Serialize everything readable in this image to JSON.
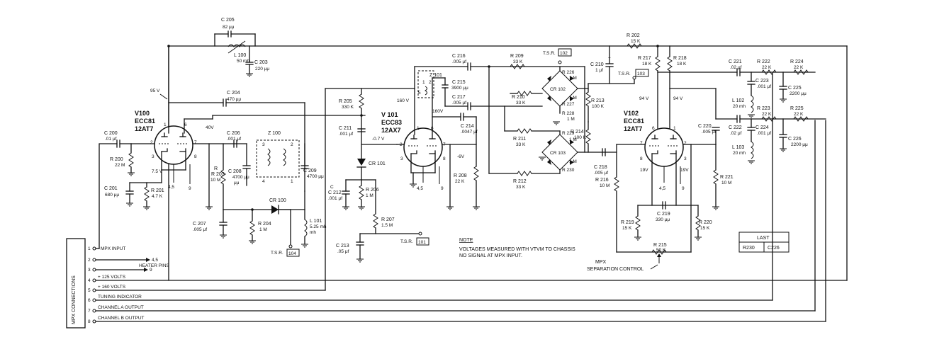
{
  "tubes": [
    {
      "ref": "V100",
      "type1": "ECC81",
      "type2": "12AT7"
    },
    {
      "ref": "V 101",
      "type1": "ECC83",
      "type2": "12AX7"
    },
    {
      "ref": "V102",
      "type1": "ECC81",
      "type2": "12AT7"
    }
  ],
  "components": {
    "c205": {
      "ref": "C 205",
      "val": "82 μμ"
    },
    "l100": {
      "ref": "L 100",
      "val": "50 mh"
    },
    "c203": {
      "ref": "C 203",
      "val": "220 μμ"
    },
    "c204": {
      "ref": "C 204",
      "val": "470 μμ"
    },
    "c200": {
      "ref": "C 200",
      "val": ".01 μf"
    },
    "r200": {
      "ref": "R 200",
      "val": "22 M"
    },
    "c201": {
      "ref": "C 201",
      "val": "680 μμ"
    },
    "r201": {
      "ref": "R 201",
      "val": "4.7 K"
    },
    "c206": {
      "ref": "C 206",
      "val": ".001 μf"
    },
    "z100": {
      "ref": "Z 100"
    },
    "r203": {
      "ref": "R 203",
      "val": "10 M"
    },
    "c208": {
      "ref": "C 208",
      "val": "4700 μμ"
    },
    "c209": {
      "ref": "C 209",
      "val": "4700 μμ"
    },
    "cr100": {
      "ref": "CR 100"
    },
    "c207": {
      "ref": "C 207",
      "val": ".005 μf"
    },
    "r204": {
      "ref": "R 204",
      "val": "1 M"
    },
    "l101": {
      "ref": "L 101",
      "val": "5.25 mh"
    },
    "r205": {
      "ref": "R 205",
      "val": "330 K"
    },
    "c211": {
      "ref": "C 211",
      "val": ".001 μf"
    },
    "cr101": {
      "ref": "CR 101"
    },
    "c212": {
      "ref": "C 212",
      "val": ".001 μf"
    },
    "r206": {
      "ref": "R 206",
      "val": "1 M"
    },
    "r207": {
      "ref": "R 207",
      "val": "1.5 M"
    },
    "c213": {
      "ref": "C 213",
      "val": ".05 μf"
    },
    "c216": {
      "ref": "C 216",
      "val": ".005 μf"
    },
    "z101": {
      "ref": "Z 101"
    },
    "c215": {
      "ref": "C 215",
      "val": "3900 μμ"
    },
    "c217": {
      "ref": "C 217",
      "val": ".005 μf"
    },
    "c214": {
      "ref": "C 214",
      "val": ".0047 μf"
    },
    "r208": {
      "ref": "R 208",
      "val": "22 K"
    },
    "r209": {
      "ref": "R 209",
      "val": "33 K"
    },
    "r210": {
      "ref": "R 210",
      "val": "33 K"
    },
    "r211": {
      "ref": "R 211",
      "val": "33 K"
    },
    "r212": {
      "ref": "R 212",
      "val": "33 K"
    },
    "r226": {
      "ref": "R 226",
      "val": "1 M"
    },
    "r227": {
      "ref": "R 227",
      "val": "1 M"
    },
    "cr102": {
      "ref": "CR 102"
    },
    "r228": {
      "ref": "R 228",
      "val": "1 M"
    },
    "r229": {
      "ref": "R 229",
      "val": "1 M"
    },
    "r230": {
      "ref": "R 230",
      "val": "1 M"
    },
    "cr103": {
      "ref": "CR 103"
    },
    "r213": {
      "ref": "R 213",
      "val": "100 K"
    },
    "r214": {
      "ref": "R 214",
      "val": "100 K"
    },
    "c210": {
      "ref": "C 210",
      "val": "1 μf"
    },
    "r202": {
      "ref": "R 202",
      "val": "15 K"
    },
    "r217": {
      "ref": "R 217",
      "val": "18 K"
    },
    "r218": {
      "ref": "R 218",
      "val": "18 K"
    },
    "c218": {
      "ref": "C 218",
      "val": ".005 μf"
    },
    "r216": {
      "ref": "R 216",
      "val": "10 M"
    },
    "r219": {
      "ref": "R 219",
      "val": "15 K"
    },
    "c219": {
      "ref": "C 219",
      "val": "330 μμ"
    },
    "r220": {
      "ref": "R 220",
      "val": "15 K"
    },
    "r215": {
      "ref": "R 215",
      "val": "50 K"
    },
    "c220": {
      "ref": "C 220",
      "val": ".005 μf"
    },
    "r221": {
      "ref": "R 221",
      "val": "10 M"
    },
    "c221": {
      "ref": "C 221",
      "val": ".02 μf"
    },
    "r222": {
      "ref": "R 222",
      "val": "22 K"
    },
    "r224": {
      "ref": "R 224",
      "val": "22 K"
    },
    "c223": {
      "ref": "C 223",
      "val": ".001 μf"
    },
    "c225": {
      "ref": "C 225",
      "val": "2200 μμ"
    },
    "l102": {
      "ref": "L 102",
      "val": "20 mh"
    },
    "r223": {
      "ref": "R 223",
      "val": "22 K"
    },
    "r225": {
      "ref": "R 225",
      "val": "22 K"
    },
    "c222": {
      "ref": "C 222",
      "val": ".02 μf"
    },
    "c224": {
      "ref": "C 224",
      "val": ".001 μf"
    },
    "c226": {
      "ref": "C 226",
      "val": "2200 μμ"
    },
    "l103": {
      "ref": "L 103",
      "val": "20 mh"
    }
  },
  "voltages": {
    "v95": "95 V",
    "v40": "40V",
    "v75": "7.5 V",
    "v160a": "160 V",
    "v160b": "160V",
    "vm07": "-0.7 V",
    "vm6": "-6V",
    "v94a": "94 V",
    "v94b": "94 V",
    "v19a": "19V",
    "v19b": "19V"
  },
  "test_points": {
    "tsr104": {
      "label": "T.S.R.",
      "num": "104"
    },
    "tsr101": {
      "label": "T.S.R.",
      "num": "101"
    },
    "tsr102": {
      "label": "T.S.R.",
      "num": "102"
    },
    "tsr103": {
      "label": "T.S.R.",
      "num": "103"
    }
  },
  "pin_labels": {
    "p45": "4,5",
    "p9": "9"
  },
  "mpx": {
    "title": "MPX CONNECTIONS",
    "rows": [
      {
        "num": "1",
        "label": "MPX INPUT"
      },
      {
        "num": "2",
        "label": "4,5"
      },
      {
        "num": "3",
        "label": "9"
      },
      {
        "num": "4",
        "label": "+ 125 VOLTS"
      },
      {
        "num": "5",
        "label": "+ 160 VOLTS"
      },
      {
        "num": "6",
        "label": "TUNING INDICATOR"
      },
      {
        "num": "7",
        "label": "CHANNEL A OUTPUT"
      },
      {
        "num": "8",
        "label": "CHANNEL B OUTPUT"
      }
    ],
    "heater_label": "HEATER PINS"
  },
  "note": {
    "title": "NOTE",
    "line1": "VOLTAGES MEASURED WITH VTVM TO CHASSIS",
    "line2": "NO SIGNAL AT MPX INPUT."
  },
  "separation": {
    "line1": "MPX",
    "line2": "SEPARATION CONTROL"
  },
  "last_box": {
    "title": "LAST",
    "col1": "R230",
    "col2": "C226"
  }
}
